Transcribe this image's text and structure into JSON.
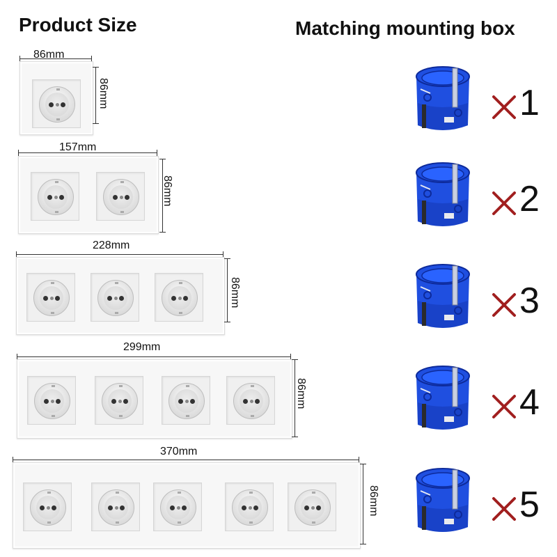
{
  "headings": {
    "product_size": "Product Size",
    "mounting_box": "Matching mounting box"
  },
  "rows": [
    {
      "width_label": "86mm",
      "height_label": "86mm",
      "sockets": 1,
      "quantity": "1"
    },
    {
      "width_label": "157mm",
      "height_label": "86mm",
      "sockets": 2,
      "quantity": "2"
    },
    {
      "width_label": "228mm",
      "height_label": "86mm",
      "sockets": 3,
      "quantity": "3"
    },
    {
      "width_label": "299mm",
      "height_label": "86mm",
      "sockets": 4,
      "quantity": "4"
    },
    {
      "width_label": "370mm",
      "height_label": "86mm",
      "sockets": 5,
      "quantity": "5"
    }
  ],
  "colors": {
    "box_blue": "#1f4fe0",
    "box_dark": "#0d2a9a",
    "cross_red": "#a11f1f",
    "panel": "#f7f7f7"
  },
  "icons": {
    "mounting_box": "mounting-box-icon",
    "multiply": "multiply-icon",
    "socket": "schuko-socket-icon"
  }
}
